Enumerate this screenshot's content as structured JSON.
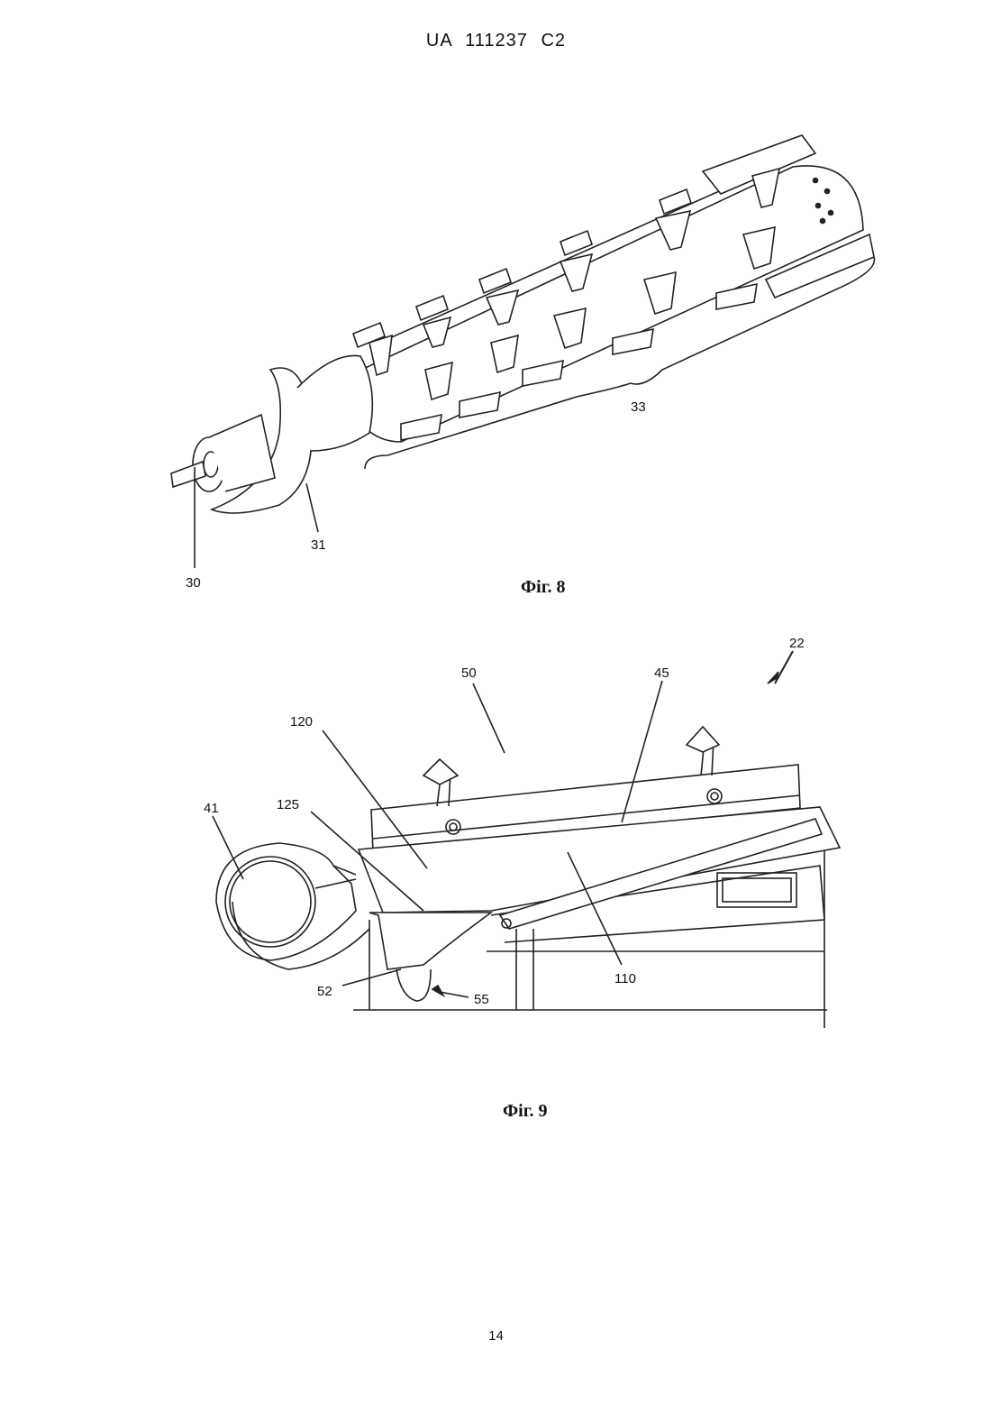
{
  "header": {
    "patent_id": "UA  111237  C2"
  },
  "figure8": {
    "caption": "Фіг. 8",
    "labels": {
      "shaft": "30",
      "auger": "31",
      "paddles": "33"
    }
  },
  "figure9": {
    "caption": "Фіг. 9",
    "labels": {
      "assembly": "22",
      "rotor": "41",
      "screen": "45",
      "housing": "50",
      "hopper": "52",
      "outlet": "55",
      "tray": "110",
      "cover": "120",
      "plate": "125"
    }
  },
  "footer": {
    "page_number": "14"
  }
}
